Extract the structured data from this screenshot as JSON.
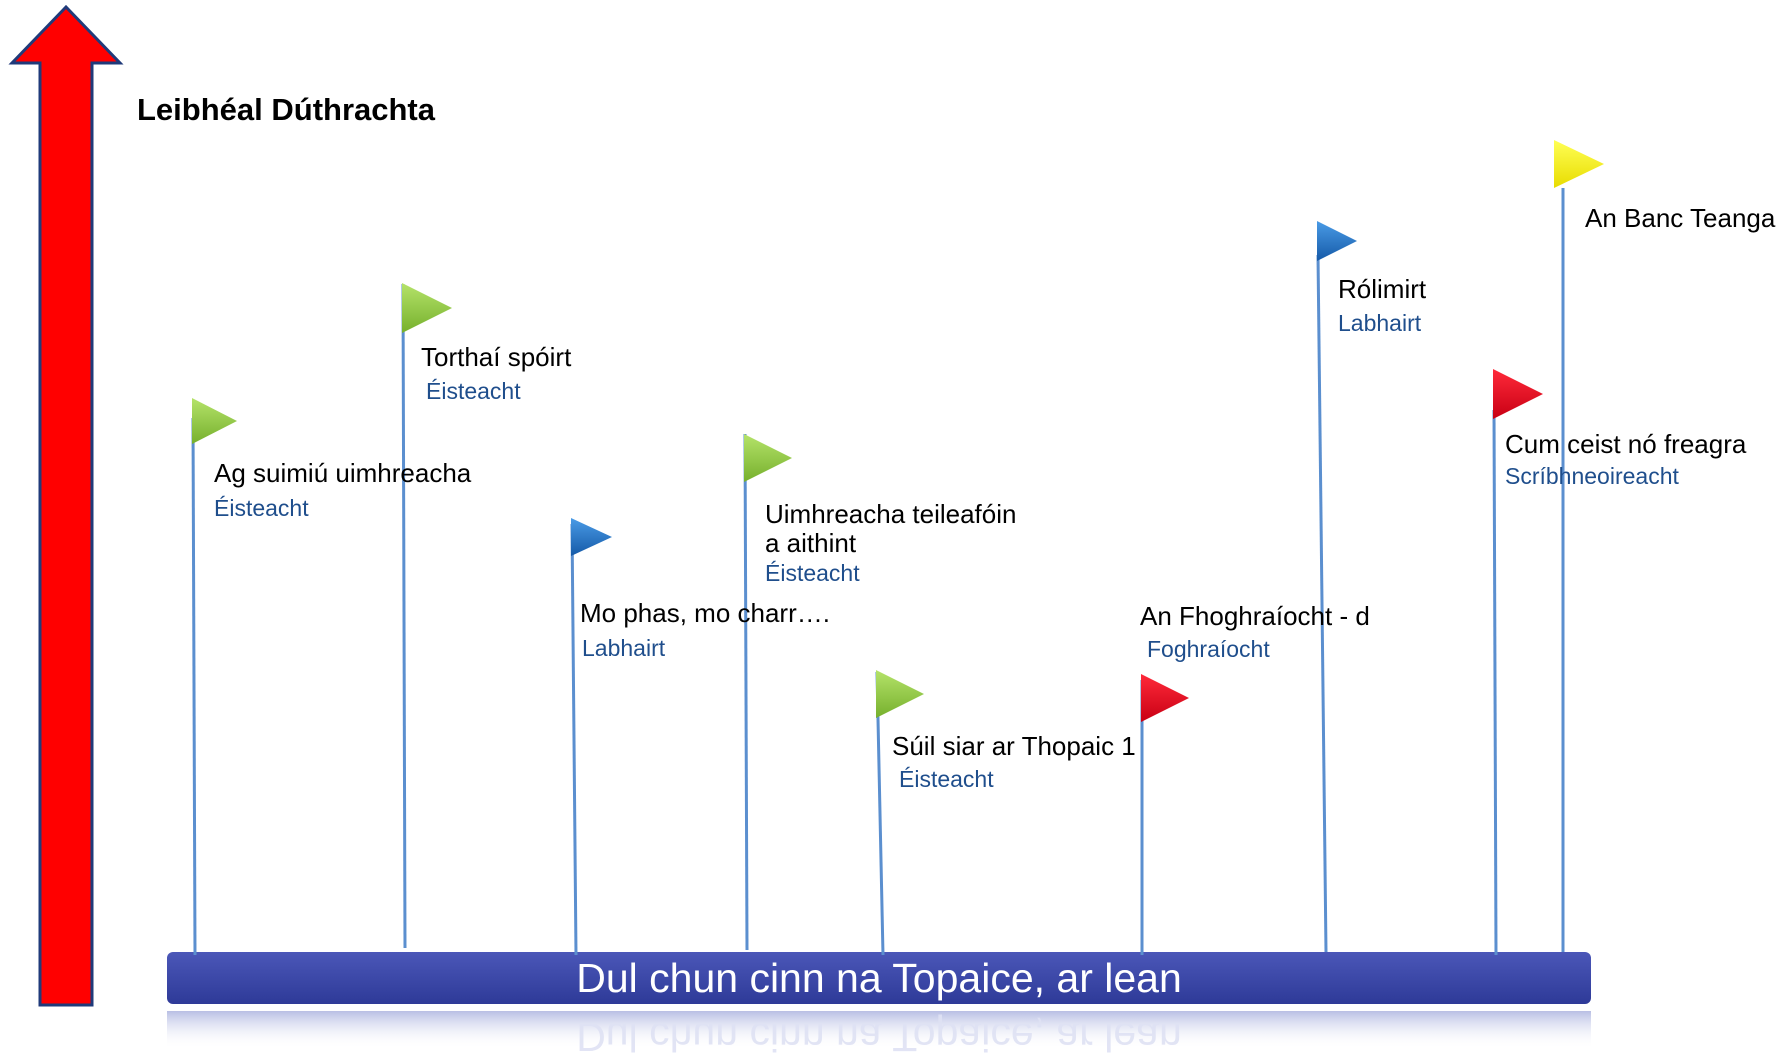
{
  "diagram": {
    "y_axis_title": "Leibhéal Dúthrachta",
    "timeline_label": "Dul chun cinn na Topaice, ar lean",
    "colors": {
      "arrow": "#ff0000",
      "arrow_outline": "#1f3a7a",
      "bar": "#3a47a6",
      "pole": "#5b8fcf",
      "skill_text": "#1f4e8c",
      "flag_green": "#8cc63f",
      "flag_blue": "#1f6fc2",
      "flag_red": "#e0001a",
      "flag_yellow": "#ffee00"
    },
    "flags": [
      {
        "title": "Ag suimiú uimhreacha",
        "skill": "Éisteacht",
        "color": "green"
      },
      {
        "title": "Torthaí spóirt",
        "skill": "Éisteacht",
        "color": "green"
      },
      {
        "title": "Mo phas, mo charr….",
        "skill": "Labhairt",
        "color": "blue"
      },
      {
        "title_line1": "Uimhreacha teileafóin",
        "title_line2": "a aithint",
        "skill": "Éisteacht",
        "color": "green"
      },
      {
        "title": "Súil siar ar Thopaic 1",
        "skill": "Éisteacht",
        "color": "green"
      },
      {
        "title": "An Fhoghraíocht - d",
        "skill": "Foghraíocht",
        "color": "red"
      },
      {
        "title": "Rólimirt",
        "skill": "Labhairt",
        "color": "blue"
      },
      {
        "title": "Cum ceist nó freagra",
        "skill": "Scríbhneoireacht",
        "color": "red"
      },
      {
        "title": "An Banc Teanga",
        "color": "yellow"
      }
    ]
  }
}
